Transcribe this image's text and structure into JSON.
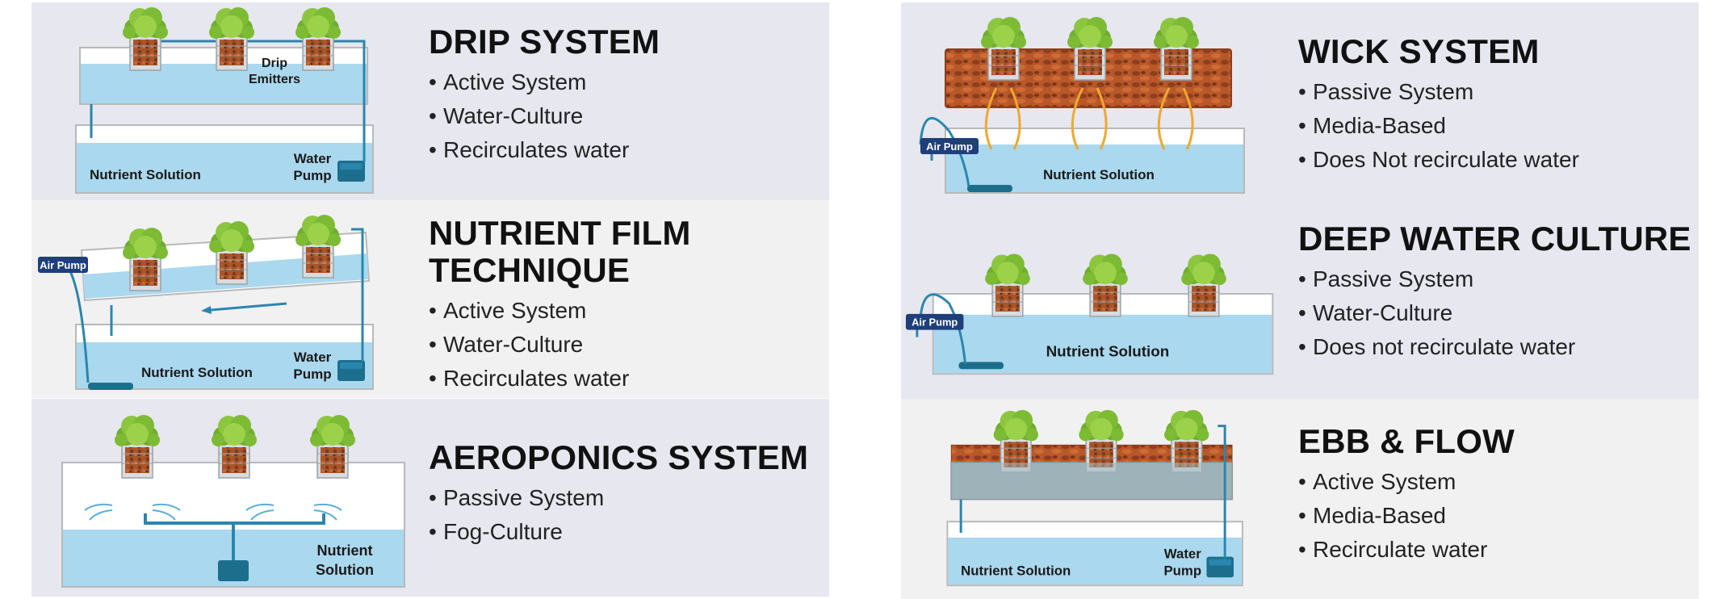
{
  "colors": {
    "water": "#aad8ee",
    "pipe": "#2a86ad",
    "pump": "#1c6f8c",
    "media": "#b55a2a",
    "leaf": "#8cc63f",
    "wick": "#f0a830",
    "badge": "#1e3f7a"
  },
  "panels": {
    "drip": {
      "title": "DRIP SYSTEM",
      "features": [
        "Active System",
        "Water-Culture",
        "Recirculates water"
      ],
      "labels": {
        "emitters_1": "Drip",
        "emitters_2": "Emitters",
        "solution": "Nutrient Solution",
        "pump_1": "Water",
        "pump_2": "Pump"
      }
    },
    "nft": {
      "title_1": "NUTRIENT FILM",
      "title_2": "TECHNIQUE",
      "features": [
        "Active System",
        "Water-Culture",
        "Recirculates water"
      ],
      "labels": {
        "air_pump": "Air Pump",
        "solution": "Nutrient Solution",
        "pump_1": "Water",
        "pump_2": "Pump"
      }
    },
    "aero": {
      "title": "AEROPONICS SYSTEM",
      "features": [
        "Passive System",
        "Fog-Culture"
      ],
      "labels": {
        "solution_1": "Nutrient",
        "solution_2": "Solution"
      }
    },
    "wick": {
      "title": "WICK SYSTEM",
      "features": [
        "Passive System",
        "Media-Based",
        "Does Not recirculate water"
      ],
      "labels": {
        "air_pump": "Air Pump",
        "solution": "Nutrient Solution"
      }
    },
    "dwc": {
      "title": "DEEP WATER CULTURE",
      "features": [
        "Passive System",
        "Water-Culture",
        "Does not recirculate water"
      ],
      "labels": {
        "air_pump": "Air Pump",
        "solution": "Nutrient Solution"
      }
    },
    "ebb": {
      "title": "EBB & FLOW",
      "features": [
        "Active System",
        "Media-Based",
        "Recirculate water"
      ],
      "labels": {
        "solution": "Nutrient Solution",
        "pump_1": "Water",
        "pump_2": "Pump"
      }
    }
  }
}
